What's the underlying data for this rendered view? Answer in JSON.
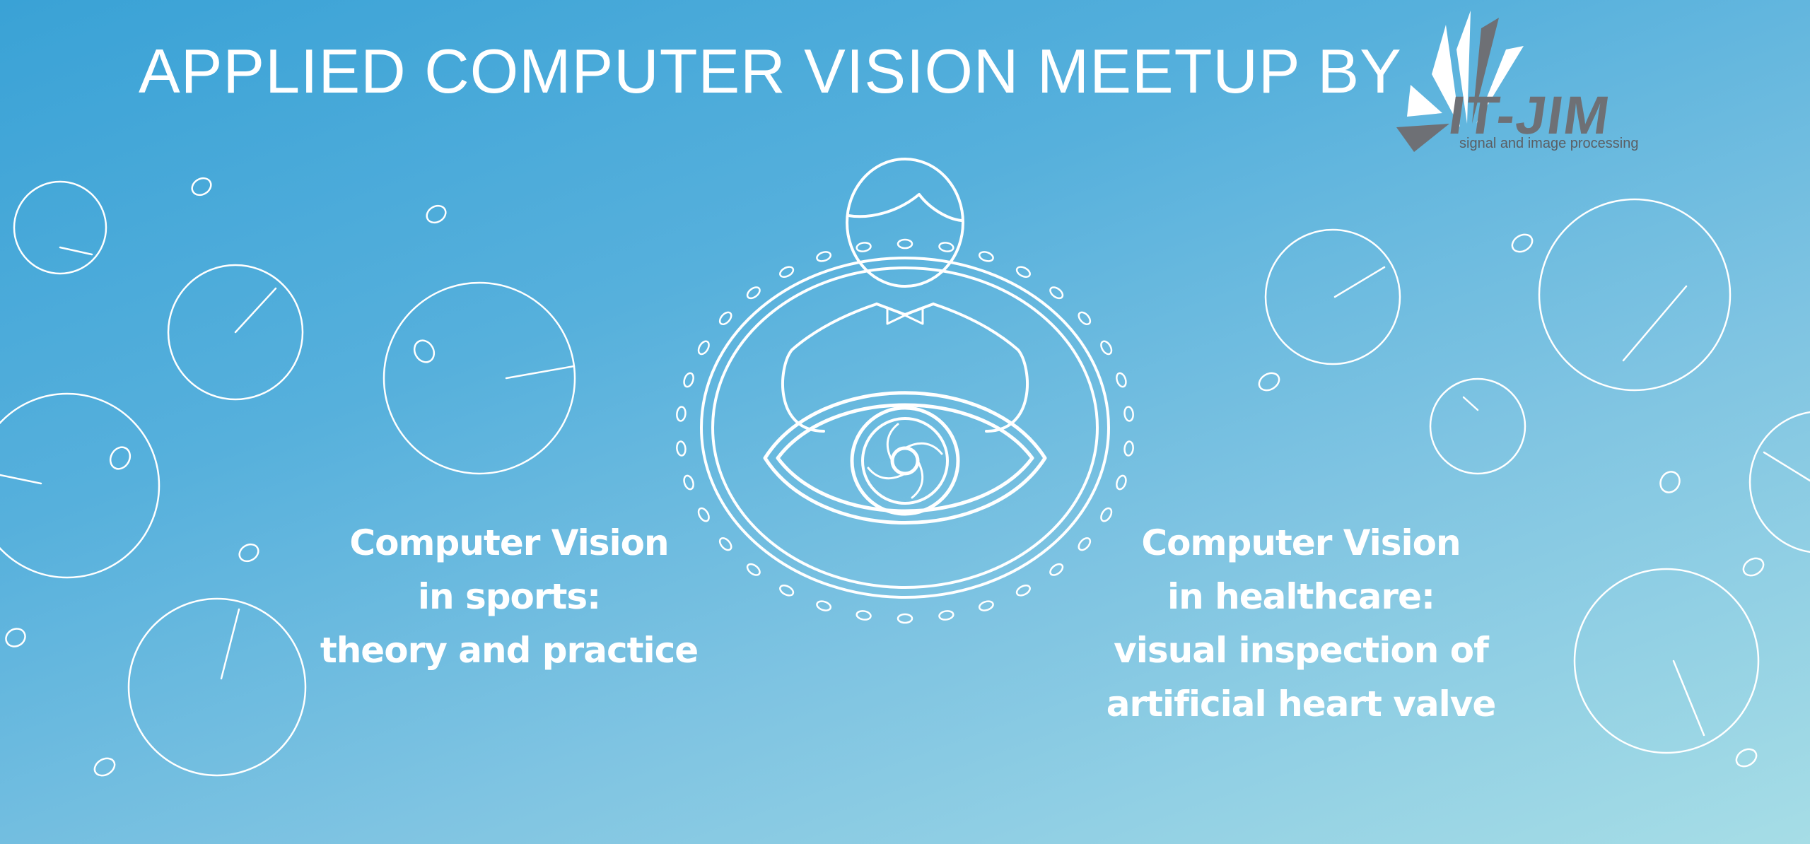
{
  "header": {
    "title": "APPLIED COMPUTER VISION MEETUP BY"
  },
  "logo": {
    "name": "IT-JIM",
    "tagline": "signal and image processing"
  },
  "talks": [
    {
      "lines": [
        "Computer Vision",
        "in sports:",
        "theory and practice"
      ]
    },
    {
      "lines": [
        "Computer Vision",
        "in healthcare:",
        "visual inspection of",
        "artificial heart valve"
      ]
    }
  ],
  "colors": {
    "background_top": "#3aa2d6",
    "background_bottom": "#a6dde6",
    "text": "#ffffff",
    "logo_gray": "#6e7075"
  },
  "icons": [
    "person-with-eye-icon",
    "logo-mark-icon"
  ]
}
